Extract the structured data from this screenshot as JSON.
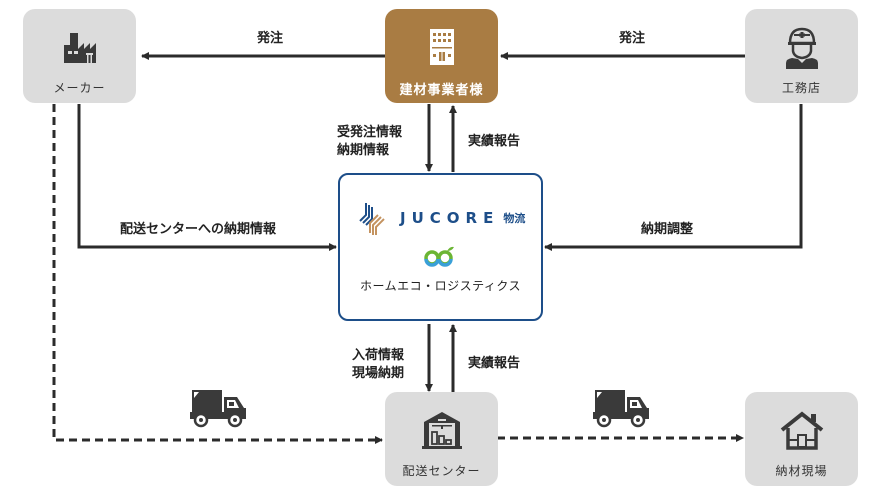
{
  "nodes": {
    "maker": {
      "label": "メーカー",
      "icon": "factory-icon"
    },
    "builder_materials": {
      "label": "建材事業者様",
      "icon": "office-building-icon",
      "color": "#a97c43"
    },
    "contractor": {
      "label": "工務店",
      "icon": "construction-worker-icon"
    },
    "distribution_center": {
      "label": "配送センター",
      "icon": "warehouse-icon"
    },
    "delivery_site": {
      "label": "納材現場",
      "icon": "house-icon"
    }
  },
  "center": {
    "brand_name": "JUCORE",
    "brand_suffix": "物流",
    "brand_color": "#1d4e89",
    "partner_name": "ホームエコ・ロジスティクス",
    "logos": [
      "jucore-logo-icon",
      "home-eco-logo-icon"
    ]
  },
  "edges": {
    "builder_to_maker": "発注",
    "contractor_to_builder": "発注",
    "builder_to_center_line1": "受発注情報",
    "builder_to_center_line2": "納期情報",
    "center_to_builder": "実績報告",
    "maker_to_center": "配送センターへの納期情報",
    "center_to_contractor": "納期調整",
    "center_to_dc_line1": "入荷情報",
    "center_to_dc_line2": "現場納期",
    "dc_to_center": "実績報告"
  },
  "trucks": [
    "truck-icon",
    "truck-icon"
  ]
}
